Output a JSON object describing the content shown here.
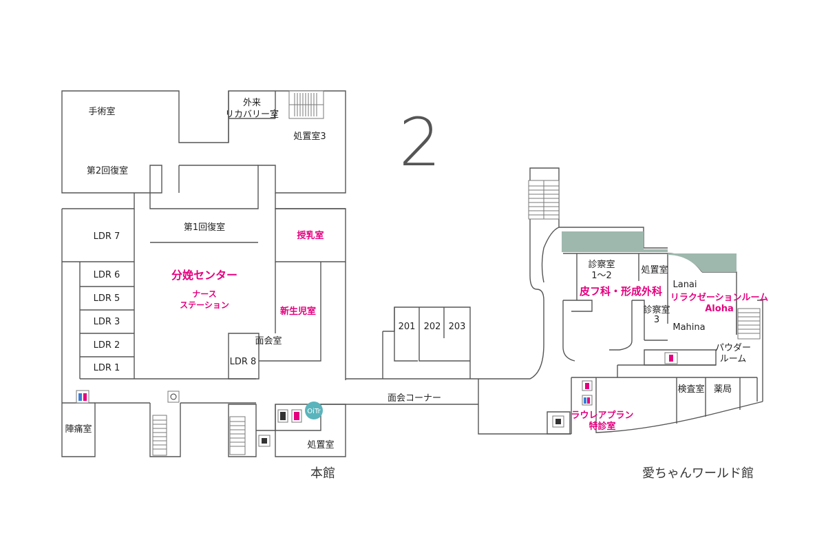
{
  "floor": "2",
  "buildings": {
    "main": "本館",
    "aichan": "愛ちゃんワールド館"
  },
  "colors": {
    "wall": "#555555",
    "accent": "#e4007f",
    "green": "#9eb8ad",
    "teal": "#5ab4bc"
  },
  "rooms": {
    "surgery": "手術室",
    "outpatient_recovery_1": "外来",
    "outpatient_recovery_2": "リカバリー室",
    "treatment3": "処置室3",
    "recovery2": "第2回復室",
    "recovery1": "第1回復室",
    "nursing": "授乳室",
    "ldr7": "LDR 7",
    "ldr6": "LDR 6",
    "ldr5": "LDR 5",
    "ldr4": "LDR 3",
    "ldr2": "LDR 2",
    "ldr1": "LDR 1",
    "ldr8": "LDR 8",
    "delivery_center": "分娩センター",
    "nurse_station_1": "ナース",
    "nurse_station_2": "ステーション",
    "newborn": "新生児室",
    "visit_room": "面会室",
    "labor_room": "陣痛室",
    "treatment": "処置室",
    "visit_corner": "面会コーナー",
    "r201": "201",
    "r202": "202",
    "r203": "203",
    "exam12_1": "診察室",
    "exam12_2": "1〜2",
    "treatment_aw": "処置室",
    "derm": "皮フ科・形成外科",
    "lanai": "Lanai",
    "relax_1": "リラクゼーションルーム",
    "relax_2": "Aloha",
    "exam3_1": "診察室",
    "exam3_2": "3",
    "mahina": "Mahina",
    "powder_1": "パウダー",
    "powder_2": "ルーム",
    "lab": "検査室",
    "pharmacy": "薬局",
    "laule_1": "ラウレアプラン",
    "laule_2": "特診室"
  },
  "icons": {
    "otr": "OiTr"
  }
}
